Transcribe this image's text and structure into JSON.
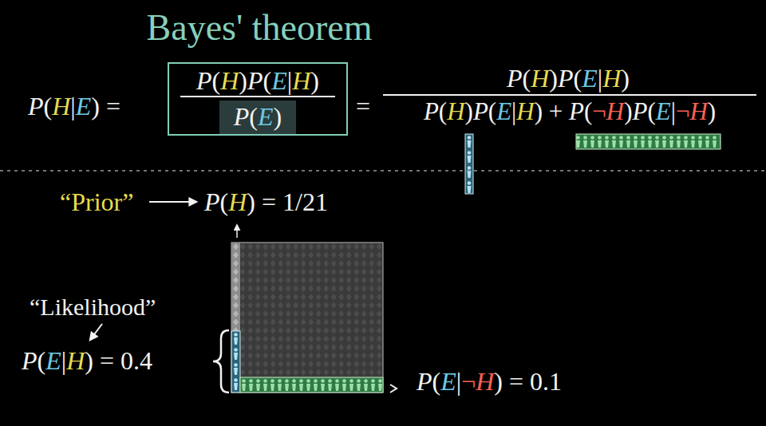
{
  "diagram": {
    "title": "Bayes' theorem",
    "nodes": [
      {
        "text": [
          "P(H)P(E|H)",
          "P(E)"
        ]
      }
    ],
    "labels": [
      "P(H|E) =",
      "=",
      "P(H)P(E|H)",
      "P(H)P(E|H) + P(¬H)P(E|¬H)",
      "“Prior”",
      "P(H) = 1/21",
      "“Likelihood”",
      "P(E|H) = 0.4",
      "P(E|¬H) = 0.1"
    ]
  }
}
